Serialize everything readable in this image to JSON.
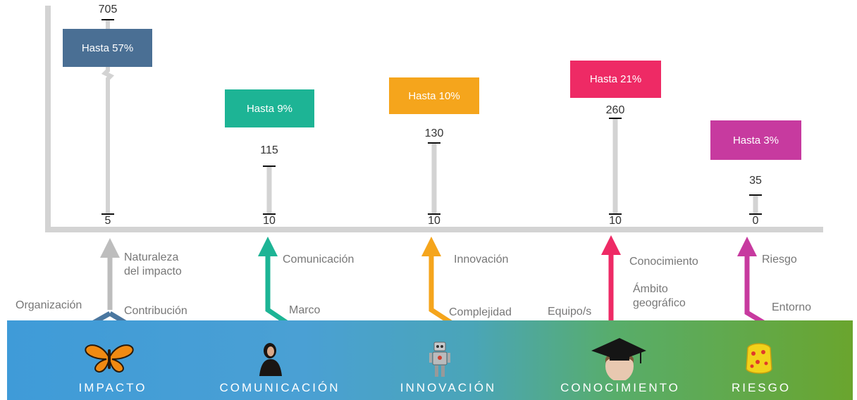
{
  "colors": {
    "impacto": "#4a6f94",
    "comunicacion": "#1db495",
    "innovacion": "#f5a51c",
    "conocimiento": "#ee2a65",
    "riesgo": "#c73a9f",
    "axis": "#d3d3d3",
    "gray_arrow": "#bdbdbd"
  },
  "columns": [
    {
      "id": "impacto",
      "badge": "Hasta 57%",
      "max": "705",
      "min": "5",
      "category": "IMPACTO",
      "icon": "butterfly-icon",
      "labels": [
        "Naturaleza del impacto",
        "Organización",
        "Contribución"
      ]
    },
    {
      "id": "comunicacion",
      "badge": "Hasta 9%",
      "max": "115",
      "min": "10",
      "category": "COMUNICACIÓN",
      "icon": "woman-speaker-icon",
      "labels": [
        "Comunicación",
        "Marco"
      ]
    },
    {
      "id": "innovacion",
      "badge": "Hasta 10%",
      "max": "130",
      "min": "10",
      "category": "INNOVACIÓN",
      "icon": "robot-icon",
      "labels": [
        "Innovación",
        "Complejidad"
      ]
    },
    {
      "id": "conocimiento",
      "badge": "Hasta 21%",
      "max": "260",
      "min": "10",
      "category": "CONOCIMIENTO",
      "icon": "graduate-icon",
      "labels": [
        "Conocimiento",
        "Ámbito geográfico",
        "Equipo/s"
      ]
    },
    {
      "id": "riesgo",
      "badge": "Hasta 3%",
      "max": "35",
      "min": "0",
      "category": "RIESGO",
      "icon": "sponge-icon",
      "labels": [
        "Riesgo",
        "Entorno"
      ]
    }
  ]
}
